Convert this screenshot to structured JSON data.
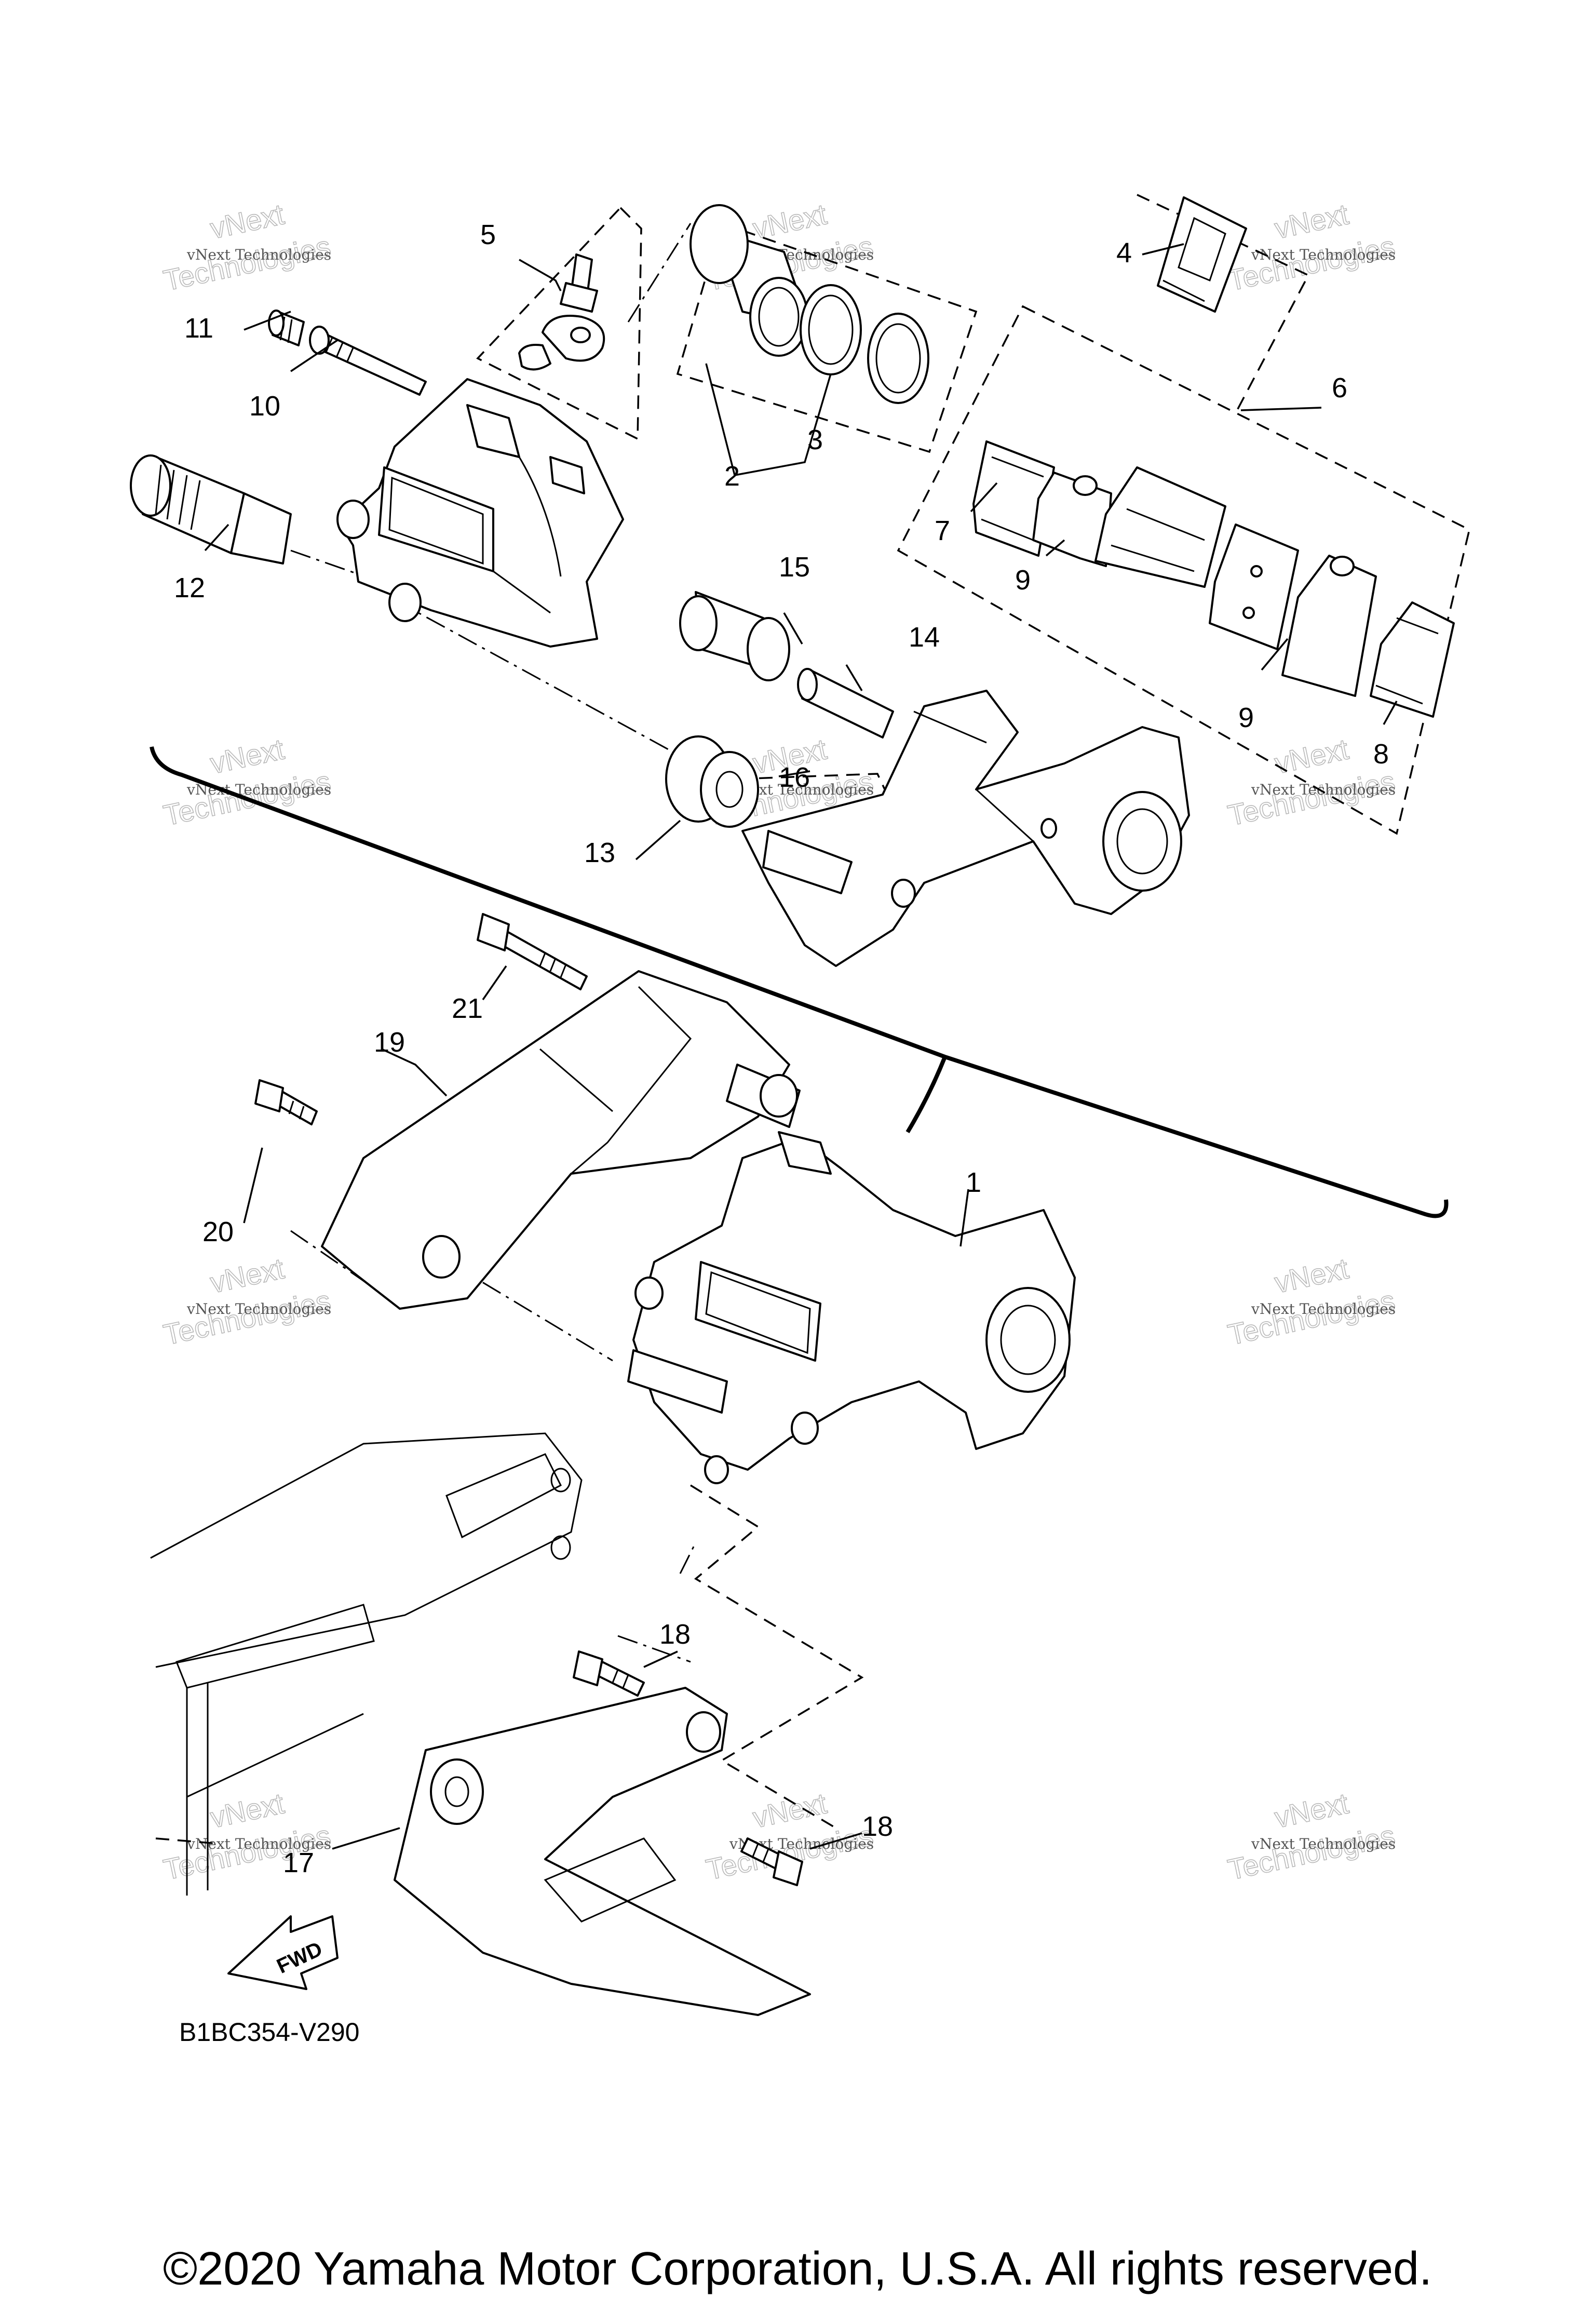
{
  "diagram": {
    "callouts": [
      {
        "id": "1",
        "label": "1"
      },
      {
        "id": "2",
        "label": "2"
      },
      {
        "id": "3",
        "label": "3"
      },
      {
        "id": "4",
        "label": "4"
      },
      {
        "id": "5",
        "label": "5"
      },
      {
        "id": "6",
        "label": "6"
      },
      {
        "id": "7",
        "label": "7"
      },
      {
        "id": "8",
        "label": "8"
      },
      {
        "id": "9a",
        "label": "9"
      },
      {
        "id": "9b",
        "label": "9"
      },
      {
        "id": "10",
        "label": "10"
      },
      {
        "id": "11",
        "label": "11"
      },
      {
        "id": "12",
        "label": "12"
      },
      {
        "id": "13",
        "label": "13"
      },
      {
        "id": "14",
        "label": "14"
      },
      {
        "id": "15",
        "label": "15"
      },
      {
        "id": "16",
        "label": "16"
      },
      {
        "id": "17",
        "label": "17"
      },
      {
        "id": "18a",
        "label": "18"
      },
      {
        "id": "18b",
        "label": "18"
      },
      {
        "id": "19",
        "label": "19"
      },
      {
        "id": "20",
        "label": "20"
      },
      {
        "id": "21",
        "label": "21"
      }
    ],
    "diagram_code": "B1BC354-V290",
    "fwd_label": "FWD",
    "watermark": {
      "line1": "vNext Technologies",
      "line2": "vNext",
      "line3": "Technologies"
    }
  },
  "footer": {
    "copyright": "©2020 Yamaha Motor Corporation, U.S.A. All rights reserved."
  }
}
